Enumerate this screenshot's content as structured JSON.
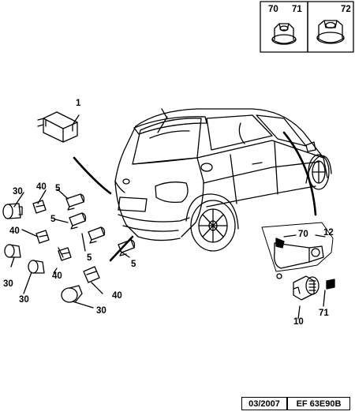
{
  "inset_labels": {
    "left_a": "70",
    "left_b": "71",
    "right": "72"
  },
  "callouts": [
    {
      "id": "c1",
      "text": "1"
    },
    {
      "id": "c40a",
      "text": "40"
    },
    {
      "id": "c5a",
      "text": "5"
    },
    {
      "id": "c30a",
      "text": "30"
    },
    {
      "id": "c5b",
      "text": "5"
    },
    {
      "id": "c40b",
      "text": "40"
    },
    {
      "id": "c5c",
      "text": "5"
    },
    {
      "id": "c30b",
      "text": "30"
    },
    {
      "id": "c5d",
      "text": "5"
    },
    {
      "id": "c40c",
      "text": "40"
    },
    {
      "id": "c30c",
      "text": "30"
    },
    {
      "id": "c40d",
      "text": "40"
    },
    {
      "id": "c30d",
      "text": "30"
    },
    {
      "id": "c70",
      "text": "70"
    },
    {
      "id": "c12",
      "text": "12"
    },
    {
      "id": "c71",
      "text": "71"
    },
    {
      "id": "c10",
      "text": "10"
    }
  ],
  "footer": {
    "date": "03/2007",
    "ref": "EF 63E90B"
  }
}
